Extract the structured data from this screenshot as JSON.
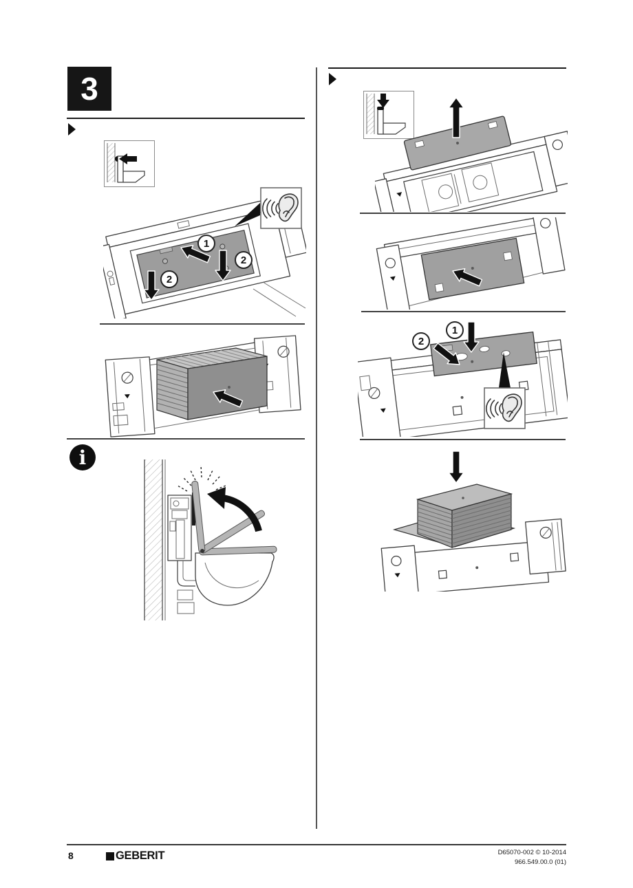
{
  "step_badge": {
    "label": "3"
  },
  "info_note": {
    "glyph": "i"
  },
  "figures": {
    "panel_click": {
      "callout_1": "1",
      "callout_2_right": "2",
      "callout_2_left": "2"
    },
    "cover_close": {
      "callout_1": "1",
      "callout_2": "2"
    }
  },
  "footer": {
    "page_number": "8",
    "brand": "GEBERIT",
    "doc_ref_line1": "D65070-002 © 10-2014",
    "doc_ref_line2": "966.549.00.0 (01)"
  },
  "icons": {
    "left_column_instruction": "push-flush-to-wall-icon",
    "right_column_instruction": "press-down-onto-frame-icon",
    "listen_click": "ear-icon",
    "information": "info-icon",
    "section_marker": "triangle-right-icon"
  },
  "colors": {
    "ink": "#111111",
    "line_art": "#3c3c3c",
    "panel_gray": "#9d9d9d",
    "lid_gray": "#a8a8a8",
    "protection_box_gray": "#8f8f8f",
    "paper": "#ffffff"
  }
}
